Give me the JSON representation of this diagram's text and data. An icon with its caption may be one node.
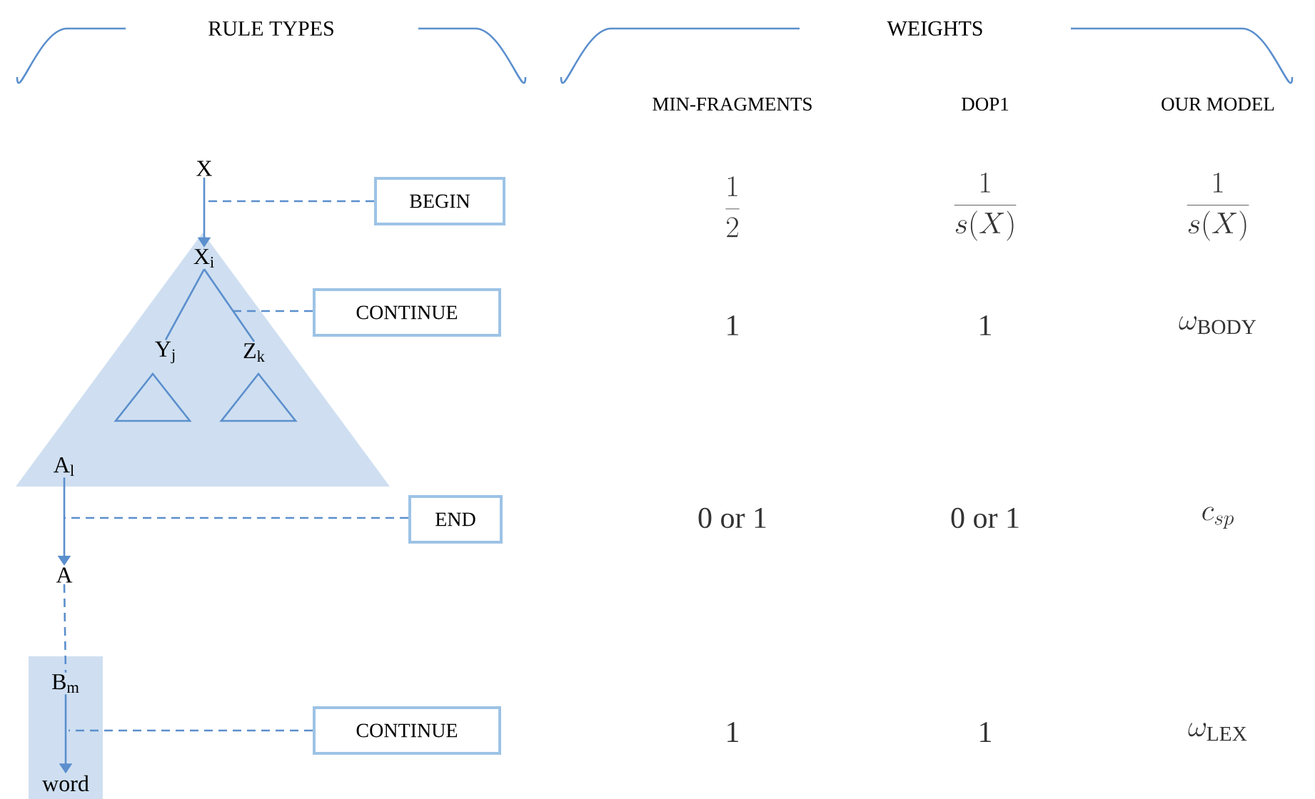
{
  "diagram": {
    "nodes": [
      {
        "text": [
          "X"
        ]
      },
      {
        "text": [
          "BEGIN"
        ]
      },
      {
        "text": [],
        "shape": "triangle"
      },
      {
        "text": [
          "X$_{i}$"
        ],
        "in": 2
      },
      {
        "text": [
          "CONTINUE"
        ]
      },
      {
        "text": [
          "Y$_{j}$"
        ],
        "in": 2
      },
      {
        "text": [
          "Z$_{k}$"
        ],
        "in": 2
      },
      {
        "text": [],
        "shape": "triangle",
        "in": 2
      },
      {
        "text": [],
        "shape": "triangle",
        "in": 2
      },
      {
        "text": [
          "A$_{l}$"
        ],
        "in": 2
      },
      {
        "text": [
          "END"
        ]
      },
      {
        "text": [
          "A"
        ]
      },
      {
        "text": [],
        "shape": "bar"
      },
      {
        "text": [
          "B$_{m}$"
        ],
        "in": 12
      },
      {
        "text": [
          "CONTINUE"
        ]
      },
      {
        "text": [
          "word"
        ],
        "in": 12
      }
    ],
    "edges": [
      {
        "from": 0,
        "to": 3,
        "arrow": "to"
      },
      {
        "from": 3,
        "to": 5,
        "arrow": "none"
      },
      {
        "from": 3,
        "to": 6,
        "arrow": "none"
      },
      {
        "from": 9,
        "to": 11,
        "arrow": "to"
      },
      {
        "from": 11,
        "to": 13,
        "arrow": "none",
        "style": "dashed"
      },
      {
        "from": 13,
        "to": 15,
        "arrow": "to"
      },
      {
        "from": 1,
        "to": 0,
        "arrow": "none",
        "style": "dashed"
      },
      {
        "from": 4,
        "to": null,
        "arrow": "none",
        "style": "dashed"
      },
      {
        "from": 10,
        "to": null,
        "arrow": "none",
        "style": "dashed"
      },
      {
        "from": 14,
        "to": null,
        "arrow": "none",
        "style": "dashed"
      }
    ],
    "labels": [
      "RULE TYPES",
      "WEIGHTS",
      "MIN-FRAGMENTS",
      "DOP1",
      "OUR MODEL",
      "\\frac{1}{2}",
      "\\frac{1}{s(X)}",
      "\\frac{1}{s(X)}",
      "1",
      "1",
      "\\omega_{\\mathrm{BODY}}",
      "0 or 1",
      "0 or 1",
      "c_{sp}",
      "1",
      "1",
      "\\omega_{\\mathrm{LEX}}"
    ]
  }
}
